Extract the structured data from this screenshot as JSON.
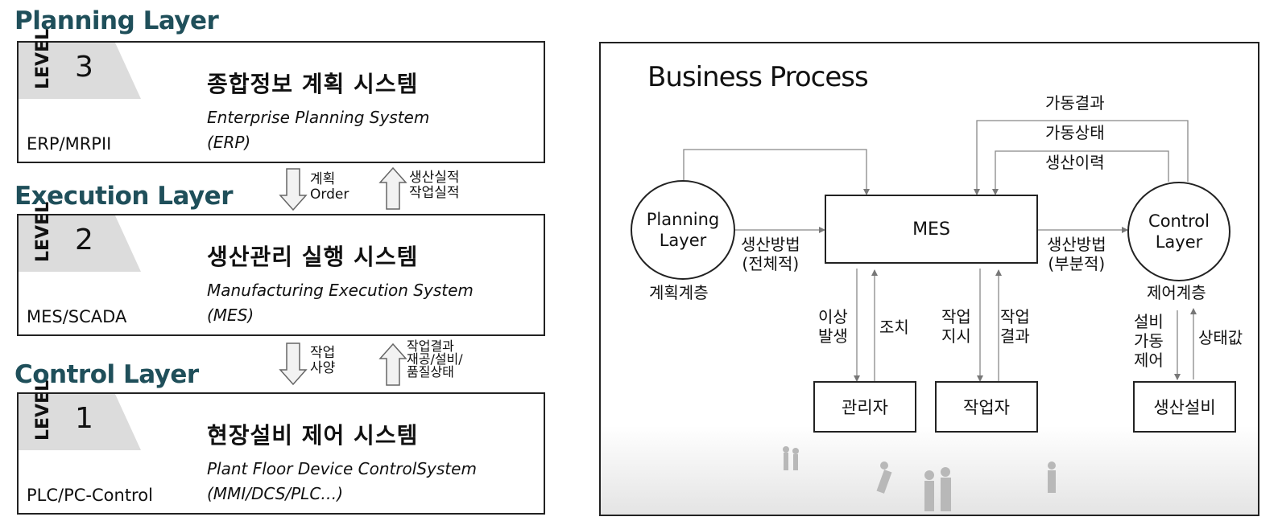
{
  "left": {
    "planning": {
      "layer_title": "Planning Layer",
      "level_word": "LEVEL",
      "level_num": "3",
      "system_name": "종합정보 계획 시스템",
      "system_en_line1": "Enterprise Planning System",
      "system_en_line2": "(ERP)",
      "code": "ERP/MRPII"
    },
    "execution": {
      "layer_title": "Execution Layer",
      "level_word": "LEVEL",
      "level_num": "2",
      "system_name": "생산관리 실행 시스템",
      "system_en_line1": "Manufacturing Execution System",
      "system_en_line2": "(MES)",
      "code": "MES/SCADA"
    },
    "control": {
      "layer_title": "Control Layer",
      "level_word": "LEVEL",
      "level_num": "1",
      "system_name": "현장설비 제어 시스템",
      "system_en_line1": "Plant Floor Device ControlSystem",
      "system_en_line2": "(MMI/DCS/PLC…)",
      "code": "PLC/PC-Control"
    },
    "flow1_down": [
      "계획",
      "Order"
    ],
    "flow1_up": [
      "생산실적",
      "작업실적"
    ],
    "flow2_down": [
      "작업",
      "사양"
    ],
    "flow2_up": [
      "작업결과",
      "재공/설비/",
      "품질상태"
    ]
  },
  "bp": {
    "title": "Business Process",
    "mes": "MES",
    "planning_circle": [
      "Planning",
      "Layer"
    ],
    "planning_caption": "계획계층",
    "control_circle": [
      "Control",
      "Layer"
    ],
    "control_caption": "제어계층",
    "feedback_labels": [
      "가동결과",
      "가동상태",
      "생산이력"
    ],
    "left_method": [
      "생산방법",
      "(전체적)"
    ],
    "right_method": [
      "생산방법",
      "(부분적)"
    ],
    "manager_box": "관리자",
    "worker_box": "작업자",
    "equipment_box": "생산설비",
    "manager_down": [
      "이상",
      "발생"
    ],
    "manager_up": "조치",
    "worker_down": [
      "작업",
      "지시"
    ],
    "worker_up": [
      "작업",
      "결과"
    ],
    "equip_down": [
      "설비",
      "가동",
      "제어"
    ],
    "equip_up": "상태값"
  }
}
